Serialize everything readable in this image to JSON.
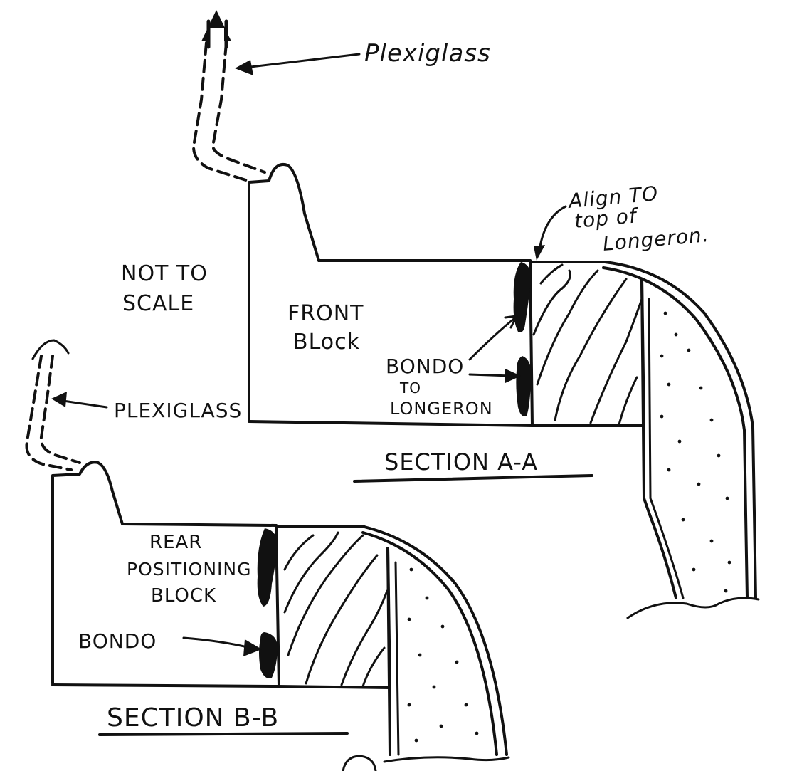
{
  "labels": {
    "plexiglass_top": "Plexiglass",
    "align_line1": "Align TO",
    "align_line2": "top of",
    "align_line3": "Longeron.",
    "not_to_line1": "NOT TO",
    "not_to_line2": "SCALE",
    "front_line1": "FRONT",
    "front_line2": "BLock",
    "bondo_a": "BONDO",
    "bondo_to": "TO",
    "bondo_longeron": "LONGERON",
    "plexiglass_mid": "PLEXIGLASS",
    "section_a": "SECTION A-A",
    "rear_line1": "REAR",
    "rear_line2": "POSITIONING",
    "rear_line3": "BLOCK",
    "bondo_b": "BONDO",
    "section_b": "SECTION B-B"
  }
}
